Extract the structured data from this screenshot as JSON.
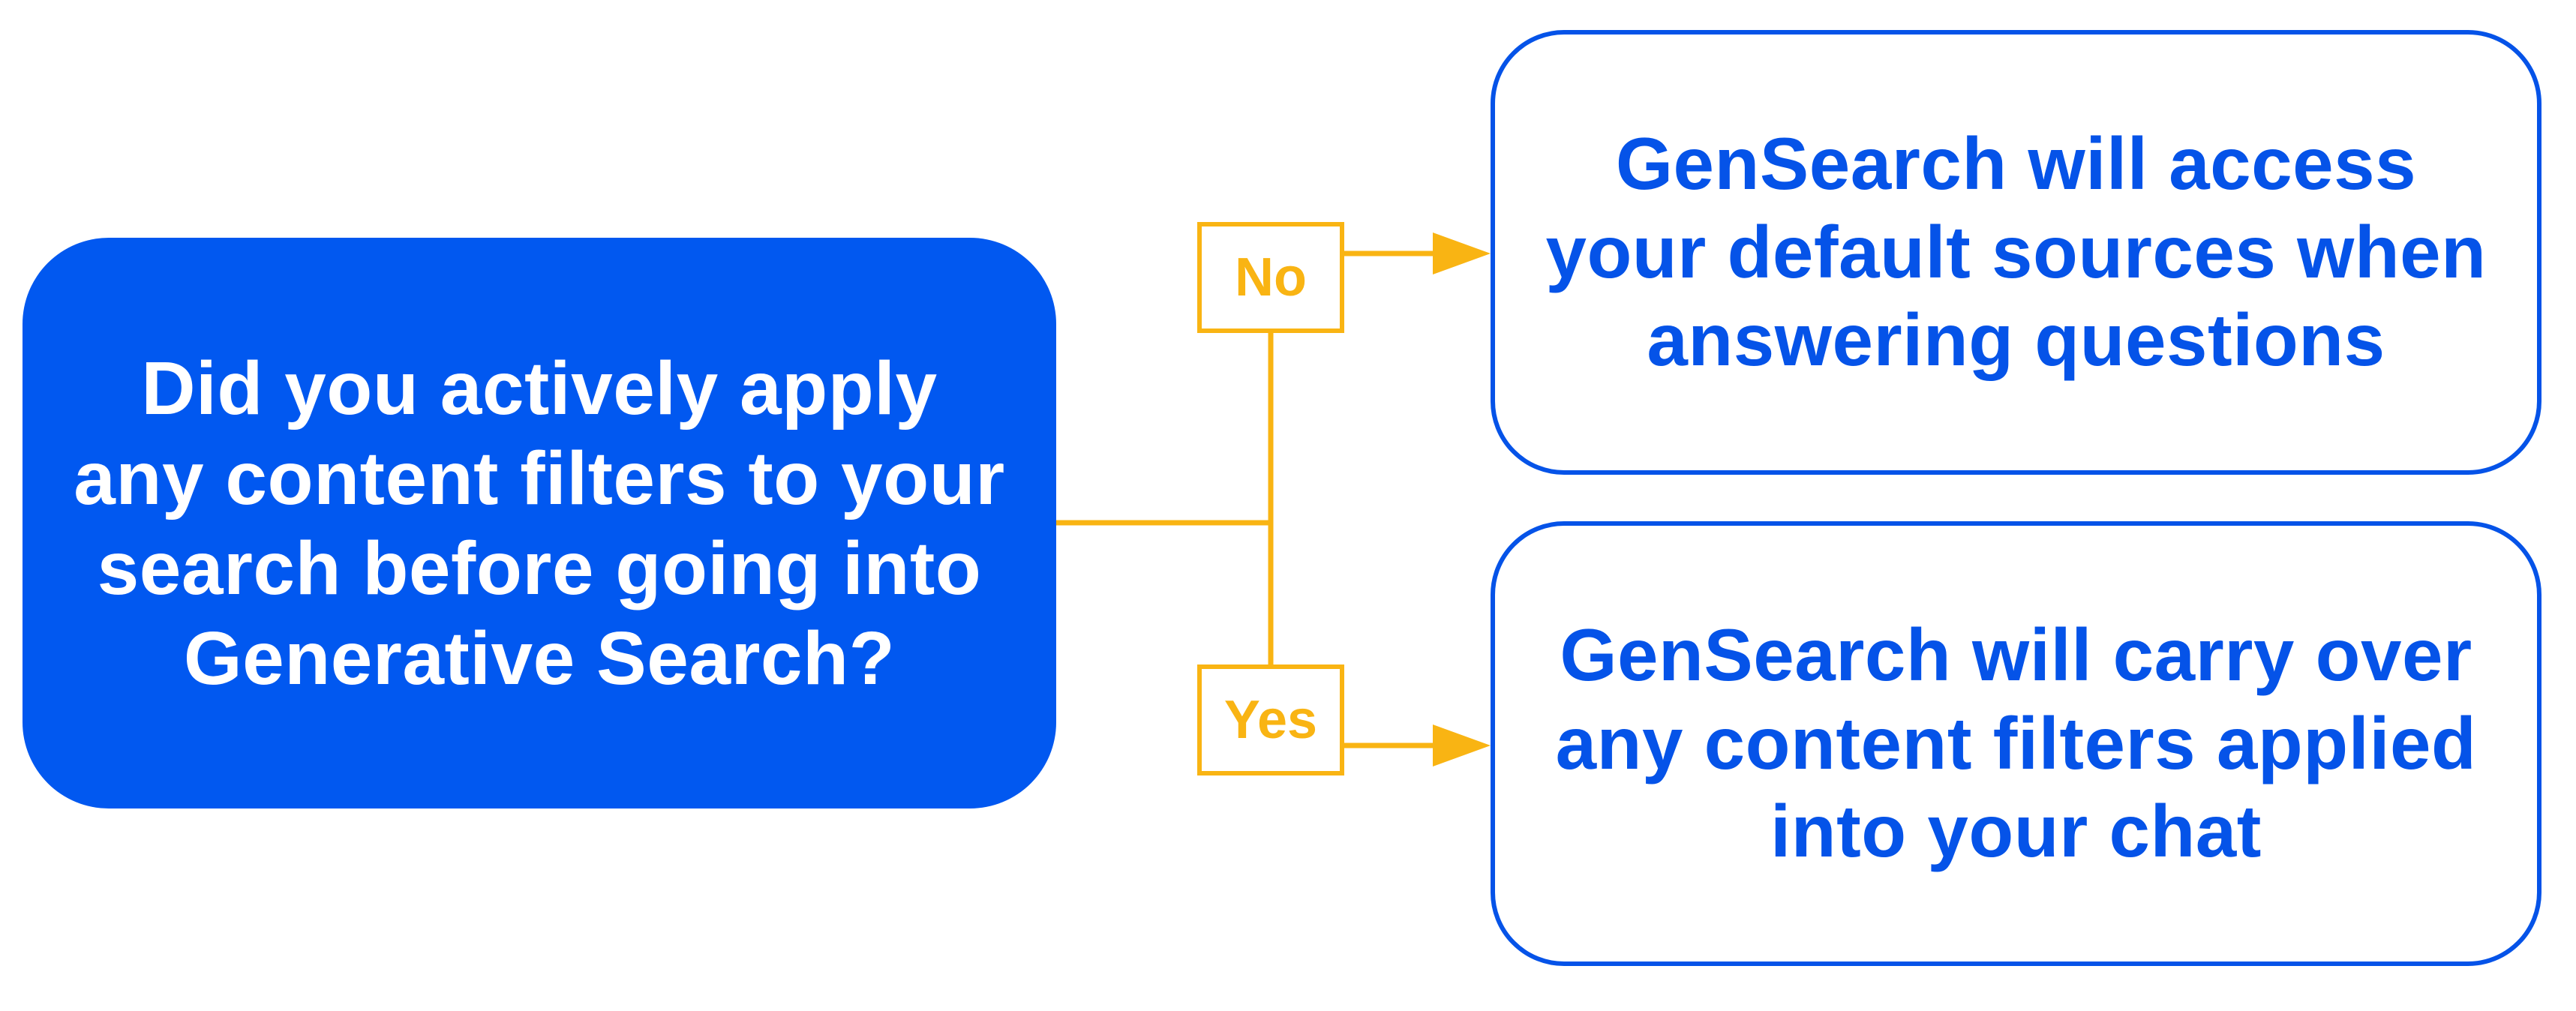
{
  "colors": {
    "question_fill": "#0158F0",
    "question_text": "#FFFFFF",
    "outcome_border": "#0553E8",
    "outcome_text": "#0553E8",
    "connector": "#F9B413",
    "label_text": "#F9B413"
  },
  "diagram": {
    "question": "Did you actively apply any content filters to your search before going into Generative Search?",
    "branches": [
      {
        "label": "No",
        "outcome": "GenSearch will access your default sources when answering questions"
      },
      {
        "label": "Yes",
        "outcome": "GenSearch will carry over any content filters applied into your chat"
      }
    ]
  }
}
